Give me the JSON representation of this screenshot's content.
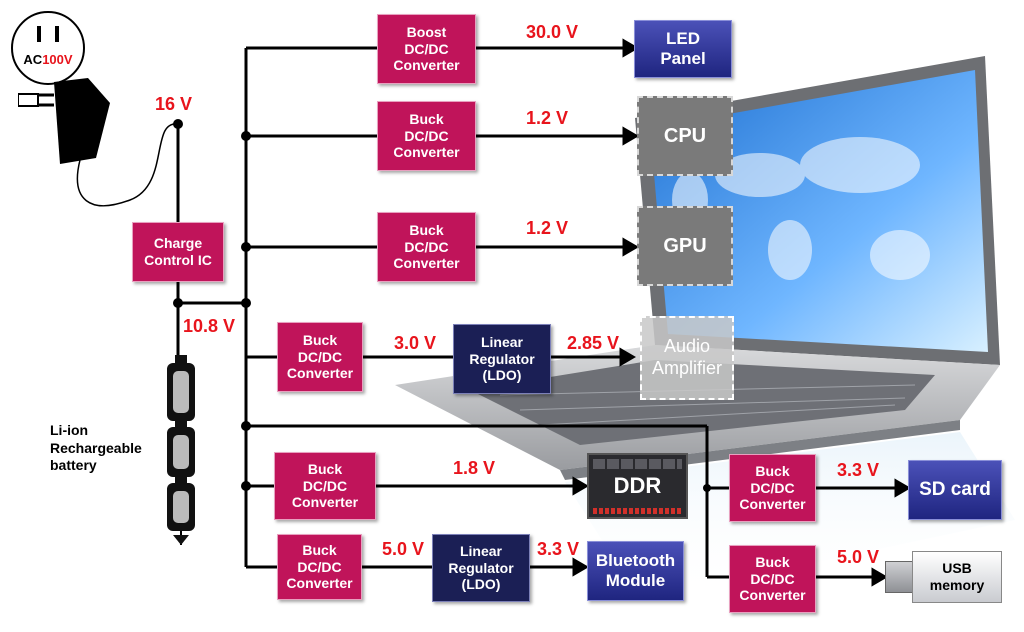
{
  "adapter": {
    "label_ac": "AC",
    "label_voltage": "100V"
  },
  "input_voltage": "16 V",
  "charge_ic": [
    "Charge",
    "Control IC"
  ],
  "battery_voltage": "10.8 V",
  "battery_label": [
    "Li-ion",
    "Rechargeable",
    "battery"
  ],
  "converters": {
    "boost_led": [
      "Boost",
      "DC/DC",
      "Converter"
    ],
    "buck_cpu": [
      "Buck",
      "DC/DC",
      "Converter"
    ],
    "buck_gpu": [
      "Buck",
      "DC/DC",
      "Converter"
    ],
    "buck_audio": [
      "Buck",
      "DC/DC",
      "Converter"
    ],
    "buck_ddr": [
      "Buck",
      "DC/DC",
      "Converter"
    ],
    "buck_bt": [
      "Buck",
      "DC/DC",
      "Converter"
    ],
    "buck_sd": [
      "Buck",
      "DC/DC",
      "Converter"
    ],
    "buck_usb": [
      "Buck",
      "DC/DC",
      "Converter"
    ]
  },
  "ldo_audio": [
    "Linear",
    "Regulator",
    "(LDO)"
  ],
  "ldo_bt": [
    "Linear",
    "Regulator",
    "(LDO)"
  ],
  "voltages": {
    "led": "30.0 V",
    "cpu": "1.2 V",
    "gpu": "1.2 V",
    "audio_mid": "3.0 V",
    "audio_out": "2.85 V",
    "ddr": "1.8 V",
    "bt_mid": "5.0 V",
    "bt_out": "3.3 V",
    "sd": "3.3 V",
    "usb": "5.0 V"
  },
  "loads": {
    "led_panel": [
      "LED",
      "Panel"
    ],
    "cpu": "CPU",
    "gpu": "GPU",
    "audio": [
      "Audio",
      "Amplifier"
    ],
    "ddr": "DDR",
    "bluetooth": [
      "Bluetooth",
      "Module"
    ],
    "sd_card": "SD card",
    "usb_memory": [
      "USB",
      "memory"
    ]
  },
  "colors": {
    "converter": "#c0145a",
    "ldo": "#1b1f55",
    "load": "#2b30a0",
    "voltage": "#e8141c",
    "chip": "#7a7a7a"
  }
}
